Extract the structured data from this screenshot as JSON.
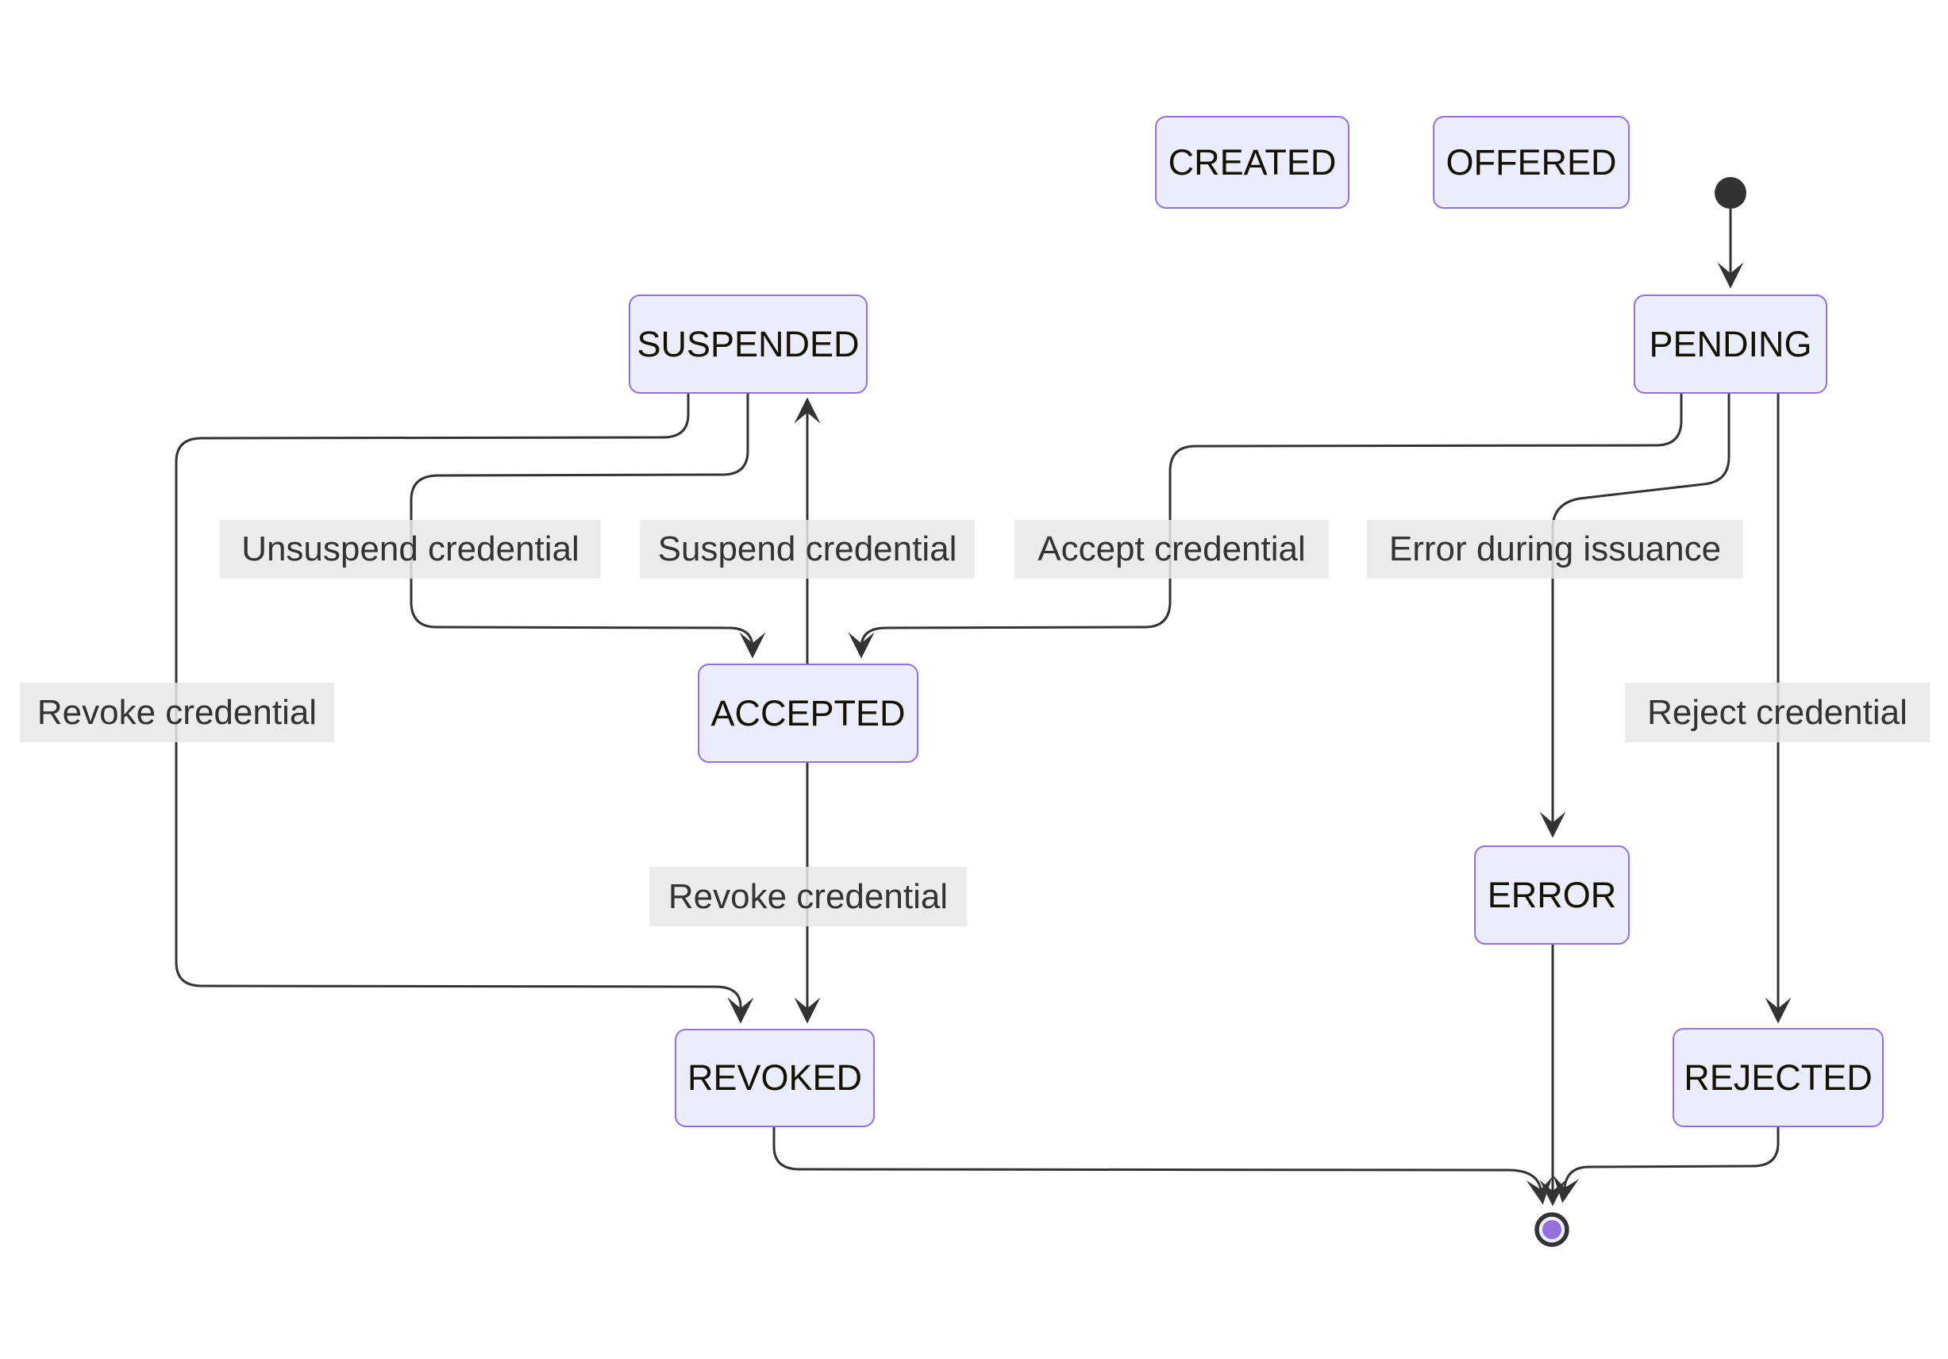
{
  "diagram": {
    "type": "state-machine",
    "nodes": [
      {
        "id": "CREATED",
        "label": "CREATED"
      },
      {
        "id": "OFFERED",
        "label": "OFFERED"
      },
      {
        "id": "PENDING",
        "label": "PENDING"
      },
      {
        "id": "SUSPENDED",
        "label": "SUSPENDED"
      },
      {
        "id": "ACCEPTED",
        "label": "ACCEPTED"
      },
      {
        "id": "ERROR",
        "label": "ERROR"
      },
      {
        "id": "REVOKED",
        "label": "REVOKED"
      },
      {
        "id": "REJECTED",
        "label": "REJECTED"
      }
    ],
    "special_nodes": [
      {
        "id": "initial-state",
        "shape": "filled-circle"
      },
      {
        "id": "final-state",
        "shape": "double-circle"
      }
    ],
    "edges": [
      {
        "from": "[*]",
        "to": "PENDING",
        "label": ""
      },
      {
        "from": "PENDING",
        "to": "ACCEPTED",
        "label": "Accept credential"
      },
      {
        "from": "PENDING",
        "to": "ERROR",
        "label": "Error during issuance"
      },
      {
        "from": "PENDING",
        "to": "REJECTED",
        "label": "Reject credential"
      },
      {
        "from": "ACCEPTED",
        "to": "SUSPENDED",
        "label": "Suspend credential"
      },
      {
        "from": "SUSPENDED",
        "to": "ACCEPTED",
        "label": "Unsuspend credential"
      },
      {
        "from": "SUSPENDED",
        "to": "REVOKED",
        "label": "Revoke credential"
      },
      {
        "from": "ACCEPTED",
        "to": "REVOKED",
        "label": "Revoke credential"
      },
      {
        "from": "REVOKED",
        "to": "[*]",
        "label": ""
      },
      {
        "from": "ERROR",
        "to": "[*]",
        "label": ""
      },
      {
        "from": "REJECTED",
        "to": "[*]",
        "label": ""
      }
    ],
    "colors": {
      "node_fill": "#ECECFF",
      "node_border": "#9370DB",
      "node_text": "#131300",
      "edge_stroke": "#333333",
      "label_background": "#e8e8e8",
      "label_text": "#333333",
      "initial_state_fill": "#333333",
      "final_state_ring": "#333333",
      "final_state_inner": "#9370DB",
      "background": "#ffffff"
    }
  }
}
